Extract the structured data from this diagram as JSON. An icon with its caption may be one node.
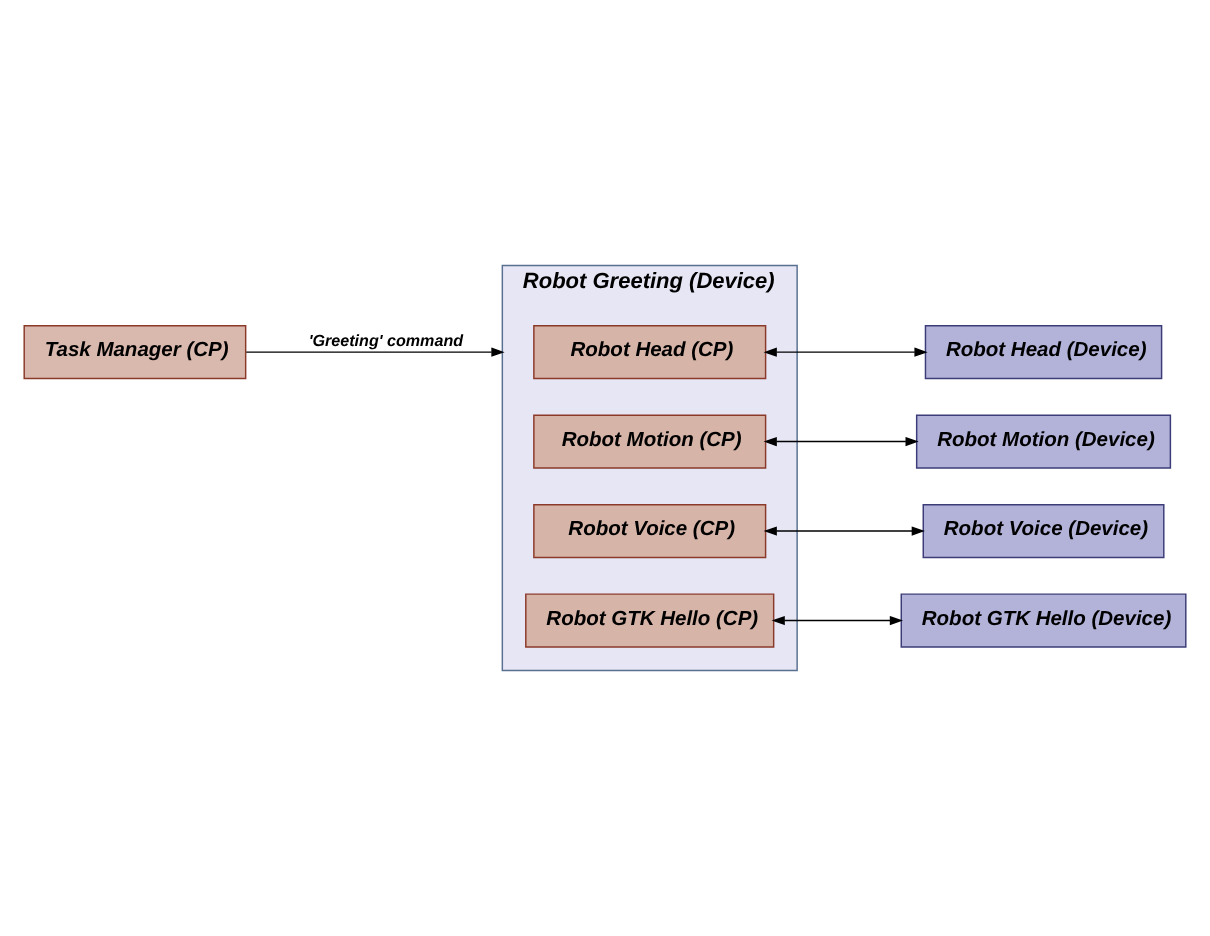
{
  "diagram": {
    "nodes": [
      {
        "text": [
          "Task Manager (CP)"
        ]
      },
      {
        "text": [
          "Robot Greeting (Device)"
        ]
      },
      {
        "text": [
          "Robot Head (CP)"
        ],
        "in": 1
      },
      {
        "text": [
          "Robot Motion (CP)"
        ],
        "in": 1
      },
      {
        "text": [
          "Robot Voice (CP)"
        ],
        "in": 1
      },
      {
        "text": [
          "Robot GTK Hello (CP)"
        ],
        "in": 1
      },
      {
        "text": [
          "Robot Head (Device)"
        ]
      },
      {
        "text": [
          "Robot Motion (Device)"
        ]
      },
      {
        "text": [
          "Robot Voice (Device)"
        ]
      },
      {
        "text": [
          "Robot GTK Hello (Device)"
        ]
      }
    ],
    "edges": [
      {
        "from": 0,
        "to": 1,
        "arrow": "to",
        "label": "'Greeting' command"
      },
      {
        "from": 2,
        "to": 6,
        "arrow": "both"
      },
      {
        "from": 3,
        "to": 7,
        "arrow": "both"
      },
      {
        "from": 4,
        "to": 8,
        "arrow": "both"
      },
      {
        "from": 5,
        "to": 9,
        "arrow": "both"
      }
    ]
  }
}
